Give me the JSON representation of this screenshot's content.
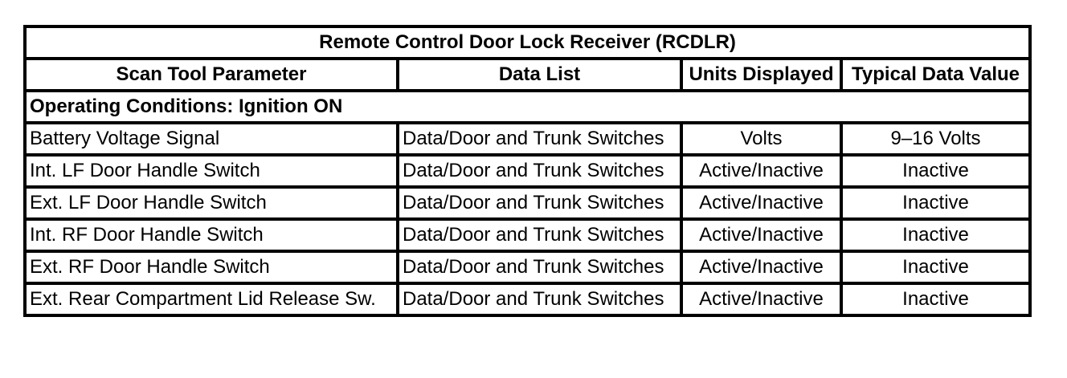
{
  "table": {
    "title": "Remote Control Door Lock Receiver (RCDLR)",
    "columns": [
      "Scan Tool Parameter",
      "Data List",
      "Units Displayed",
      "Typical Data Value"
    ],
    "operating_conditions": "Operating Conditions: Ignition ON",
    "rows": [
      {
        "parameter": "Battery Voltage Signal",
        "data_list": "Data/Door and Trunk Switches",
        "units": "Volts",
        "typical": "9–16 Volts"
      },
      {
        "parameter": "Int. LF Door Handle Switch",
        "data_list": "Data/Door and Trunk Switches",
        "units": "Active/Inactive",
        "typical": "Inactive"
      },
      {
        "parameter": "Ext. LF Door Handle Switch",
        "data_list": "Data/Door and Trunk Switches",
        "units": "Active/Inactive",
        "typical": "Inactive"
      },
      {
        "parameter": "Int. RF Door Handle Switch",
        "data_list": "Data/Door and Trunk Switches",
        "units": "Active/Inactive",
        "typical": "Inactive"
      },
      {
        "parameter": "Ext. RF Door Handle Switch",
        "data_list": "Data/Door and Trunk Switches",
        "units": "Active/Inactive",
        "typical": "Inactive"
      },
      {
        "parameter": "Ext. Rear Compartment Lid Release Sw.",
        "data_list": "Data/Door and Trunk Switches",
        "units": "Active/Inactive",
        "typical": "Inactive"
      }
    ]
  },
  "colors": {
    "text": "#000000",
    "border": "#000000",
    "background": "#ffffff"
  }
}
